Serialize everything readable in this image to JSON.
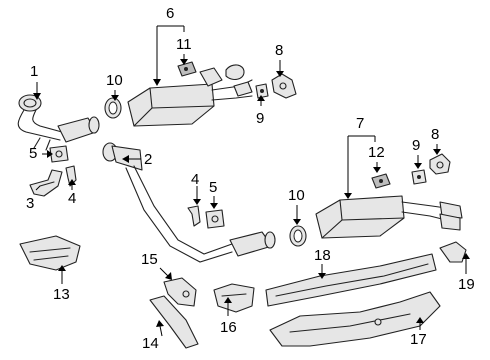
{
  "callouts": {
    "c1": "1",
    "c2": "2",
    "c3": "3",
    "c4a": "4",
    "c4b": "4",
    "c5a": "5",
    "c5b": "5",
    "c6": "6",
    "c7": "7",
    "c8a": "8",
    "c8b": "8",
    "c9a": "9",
    "c9b": "9",
    "c10a": "10",
    "c10b": "10",
    "c11": "11",
    "c12": "12",
    "c13": "13",
    "c14": "14",
    "c15": "15",
    "c16": "16",
    "c17": "17",
    "c18": "18",
    "c19": "19"
  }
}
